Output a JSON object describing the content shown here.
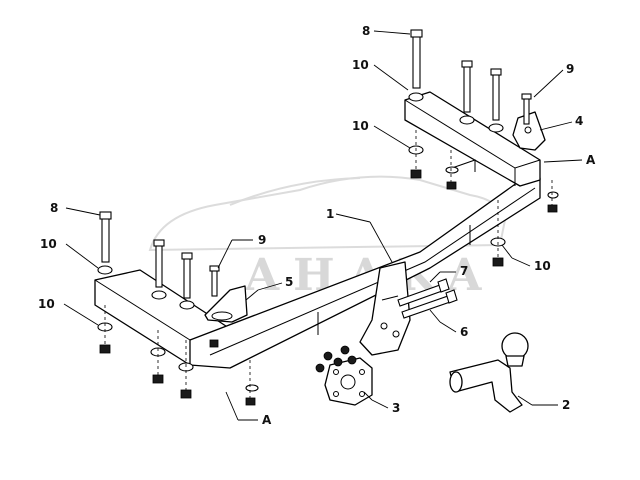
{
  "watermark": {
    "text": "AHAKA",
    "is_logo": true,
    "color": "#d8d8d8"
  },
  "callouts": [
    {
      "id": "c-8-right",
      "text": "8"
    },
    {
      "id": "c-10-right-top",
      "text": "10"
    },
    {
      "id": "c-9-right",
      "text": "9"
    },
    {
      "id": "c-4",
      "text": "4"
    },
    {
      "id": "c-10-right-mid",
      "text": "10"
    },
    {
      "id": "c-A-right",
      "text": "A"
    },
    {
      "id": "c-1",
      "text": "1"
    },
    {
      "id": "c-8-left",
      "text": "8"
    },
    {
      "id": "c-10-left-top",
      "text": "10"
    },
    {
      "id": "c-9-left",
      "text": "9"
    },
    {
      "id": "c-5",
      "text": "5"
    },
    {
      "id": "c-10-right-low",
      "text": "10"
    },
    {
      "id": "c-7",
      "text": "7"
    },
    {
      "id": "c-10-left-mid",
      "text": "10"
    },
    {
      "id": "c-6",
      "text": "6"
    },
    {
      "id": "c-3",
      "text": "3"
    },
    {
      "id": "c-2",
      "text": "2"
    },
    {
      "id": "c-A-left",
      "text": "A"
    }
  ]
}
